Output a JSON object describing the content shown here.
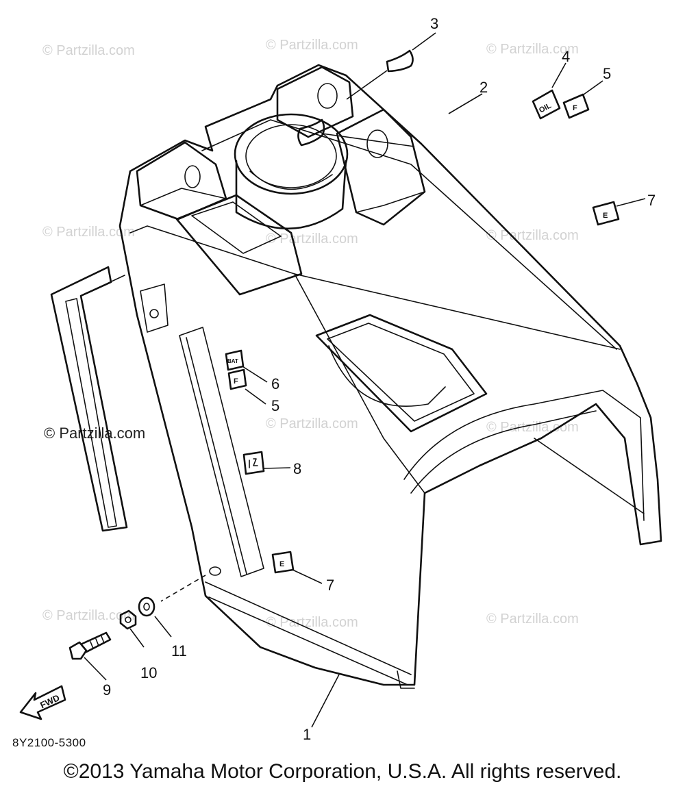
{
  "watermarks": {
    "small": "© Partzilla.com",
    "large": "© Partzilla.com"
  },
  "callouts": {
    "c1": "1",
    "c2": "2",
    "c3": "3",
    "c4": "4",
    "c5a": "5",
    "c5b": "5",
    "c6": "6",
    "c7a": "7",
    "c7b": "7",
    "c8": "8",
    "c9": "9",
    "c10": "10",
    "c11": "11"
  },
  "decals": {
    "oil": "OIL",
    "f1": "F",
    "f2": "F",
    "e1": "E",
    "e2": "E",
    "bat": "BAT",
    "fwd": "FWD"
  },
  "diagram_code": "8Y2100-5300",
  "copyright": "©2013 Yamaha Motor Corporation, U.S.A. All rights reserved."
}
